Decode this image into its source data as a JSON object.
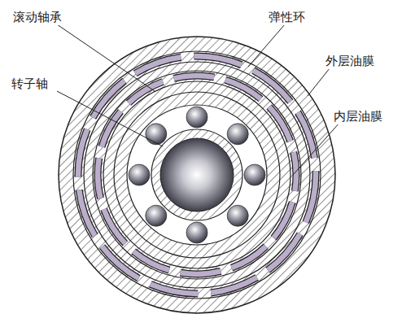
{
  "diagram": {
    "labels": [
      "滚动轴承",
      "弹性环",
      "外层油膜",
      "转子轴",
      "内层油膜"
    ]
  }
}
